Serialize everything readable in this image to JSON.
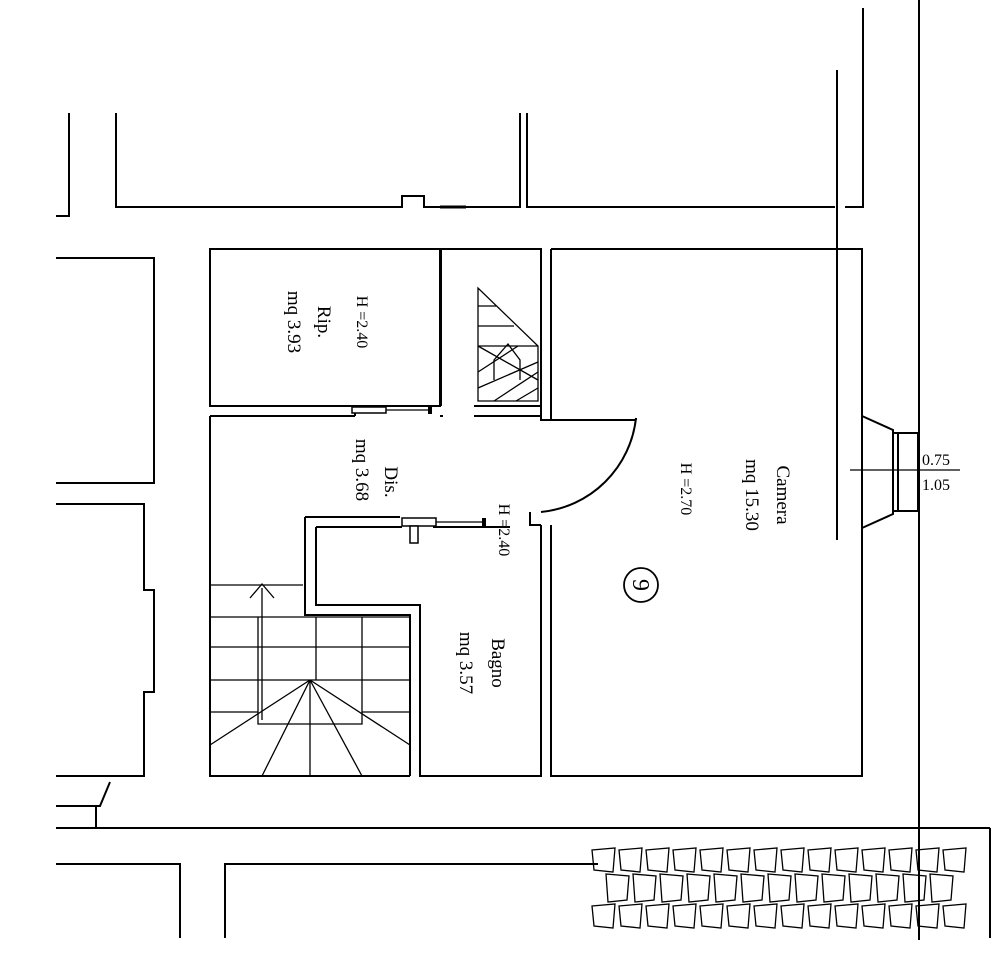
{
  "rooms": {
    "rip": {
      "name": "Rip.",
      "area": "mq 3.93",
      "height": "H =2.40"
    },
    "dis": {
      "name": "Dis.",
      "area": "mq 3.68"
    },
    "bagno": {
      "name": "Bagno",
      "area": "mq 3.57",
      "height": "H =2.40"
    },
    "camera": {
      "name": "Camera",
      "area": "mq 15.30",
      "height": "H =2.70"
    }
  },
  "unit_number": "9",
  "window": {
    "top_dim": "0.75",
    "bottom_dim": "1.05"
  }
}
